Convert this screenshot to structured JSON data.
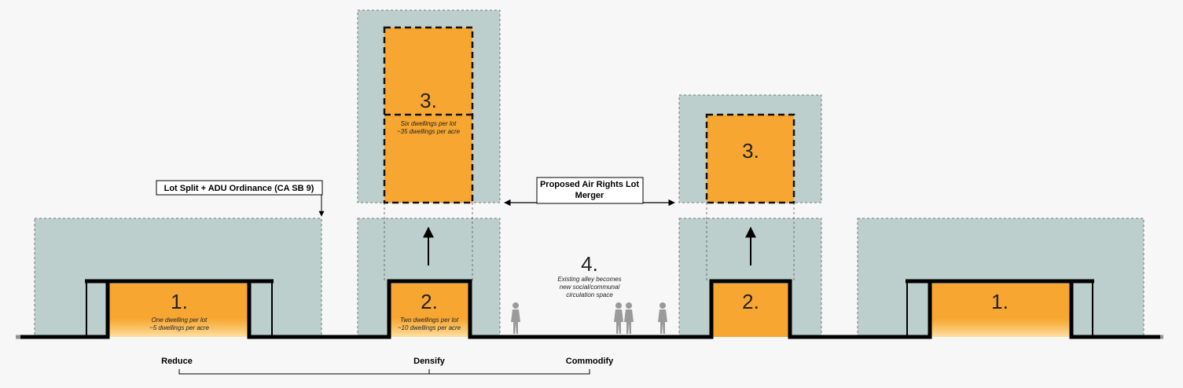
{
  "colors": {
    "background": "#f7f7f7",
    "envelope": "#bccfcd",
    "envelope_border": "#6f7a7a",
    "dwelling": "#f6a631",
    "ground": "#000000",
    "figure": "#9a9a9a"
  },
  "labels": {
    "lot_split": "Lot Split + ADU Ordinance (CA SB 9)",
    "air_rights_line1": "Proposed Air Rights Lot",
    "air_rights_line2": "Merger"
  },
  "units": {
    "left_1": {
      "number": "1.",
      "desc1": "One dwelling per lot",
      "desc2": "~5 dwellings per acre"
    },
    "left_2": {
      "number": "2.",
      "desc1": "Two dwellings per lot",
      "desc2": "~10 dwellings per acre"
    },
    "left_3": {
      "number": "3.",
      "desc1": "Six dwellings per lot",
      "desc2": "~35 dwellings per acre"
    },
    "right_3": {
      "number": "3."
    },
    "right_2": {
      "number": "2."
    },
    "right_1": {
      "number": "1."
    }
  },
  "alley": {
    "number": "4.",
    "line1": "Existing alley becomes",
    "line2": "new social/communal",
    "line3": "circulation space"
  },
  "timeline": {
    "reduce": "Reduce",
    "densify": "Densify",
    "commodify": "Commodify"
  }
}
